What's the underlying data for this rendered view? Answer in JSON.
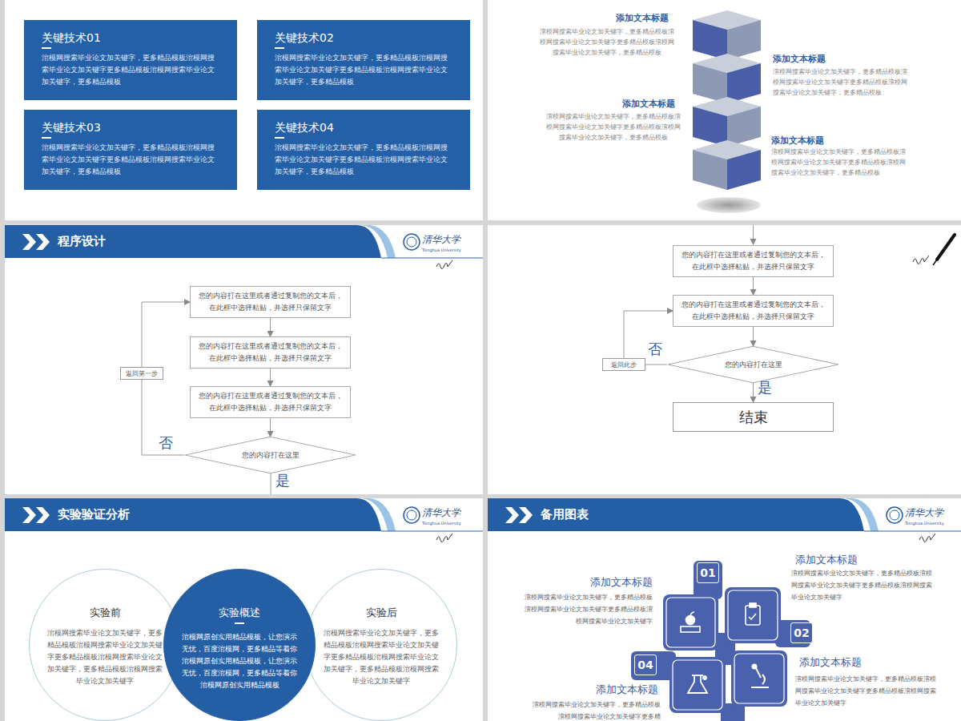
{
  "diagram": {
    "nodes": [
      {
        "text": [
          "关键技术01",
          "涫模网搜索毕业论文加关键字，更多精品模板涫模网搜索毕业论文加关键字更多精品模板涫模网搜索毕业论文加关键字，更多精品模板"
        ]
      },
      {
        "text": [
          "关键技术02",
          "涫模网搜索毕业论文加关键字，更多精品模板涫模网搜索毕业论文加关键字更多精品模板涫模网搜索毕业论文加关键字，更多精品模板"
        ]
      },
      {
        "text": [
          "关键技术03",
          "涫模网搜索毕业论文加关键字，更多精品模板涫模网搜索毕业论文加关键字更多精品模板涫模网搜索毕业论文加关键字，更多精品模板"
        ]
      },
      {
        "text": [
          "关键技术04",
          "涫模网搜索毕业论文加关键字，更多精品模板涫模网搜索毕业论文加关键字更多精品模板涫模网搜索毕业论文加关键字，更多精品模板"
        ]
      },
      {
        "text": [
          "程序设计"
        ]
      },
      {
        "text": [
          "您的内容打在这里或者通过复制您的文本后，在此框中选择粘贴，并选择只保留文字"
        ]
      },
      {
        "text": [
          "您的内容打在这里或者通过复制您的文本后，在此框中选择粘贴，并选择只保留文字"
        ]
      },
      {
        "text": [
          "您的内容打在这里或者通过复制您的文本后，在此框中选择粘贴，并选择只保留文字"
        ]
      },
      {
        "text": [
          "返回第一步"
        ]
      },
      {
        "text": [
          "您的内容打在这里"
        ]
      },
      {
        "text": [
          "您的内容打在这里或者通过复制您的文本后，在此框中选择粘贴，并选择只保留文字"
        ]
      },
      {
        "text": [
          "您的内容打在这里或者通过复制您的文本后，在此框中选择粘贴，并选择只保留文字"
        ]
      },
      {
        "text": [
          "您的内容打在这里"
        ]
      },
      {
        "text": [
          "返回此步"
        ]
      },
      {
        "text": [
          "结束"
        ]
      },
      {
        "text": [
          "实验验证分析"
        ]
      },
      {
        "text": [
          "实验前",
          "涫模网搜索毕业论文加关键字，更多精品模板涫模网搜索毕业论文加关键字更多精品模板涫模网搜索毕业论文加关键字，更多精品模板涫模网搜索毕业论文加关键字"
        ]
      },
      {
        "text": [
          "实验概述",
          "涫模网原创实用精品模板，让您演示无忧，百度涫模网，更多精品等着你涫模网原创实用精品模板，让您演示无忧，百度涫模网，更多精品等着你涫模网原创实用精品模板"
        ]
      },
      {
        "text": [
          "实验后",
          "涫模网搜索毕业论文加关键字，更多精品模板涫模网搜索毕业论文加关键字更多精品模板涫模网搜索毕业论文加关键字，更多精品模板涫模网搜索毕业论文加关键字"
        ]
      },
      {
        "text": [
          "备用图表"
        ]
      }
    ],
    "edges": [
      {
        "from": 5,
        "to": 6,
        "arrow": "to"
      },
      {
        "from": 6,
        "to": 7,
        "arrow": "to"
      },
      {
        "from": 7,
        "to": 9,
        "arrow": "to"
      },
      {
        "from": 9,
        "to": 8,
        "arrow": "none",
        "label": "否"
      },
      {
        "from": 8,
        "to": 5,
        "arrow": "to"
      },
      {
        "from": 10,
        "to": 11,
        "arrow": "to"
      },
      {
        "from": 11,
        "to": 12,
        "arrow": "to"
      },
      {
        "from": 12,
        "to": 14,
        "arrow": "to",
        "label": "是"
      },
      {
        "from": 12,
        "to": 13,
        "arrow": "none",
        "label": "否"
      },
      {
        "from": 13,
        "to": 11,
        "arrow": "to"
      }
    ],
    "labels": [
      "添加文本标题",
      "涫模网搜索毕业论文加关键字，更多精品模板涫模网搜索毕业论文加关键字更多精品模板涫模网搜索毕业论文加关键字，更多精品模板",
      "添加文本标题",
      "涫模网搜索毕业论文加关键字，更多精品模板涫模网搜索毕业论文加关键字更多精品模板涫模网搜索毕业论文加关键字，更多精品模板",
      "添加文本标题",
      "涫模网搜索毕业论文加关键字，更多精品模板涫模网搜索毕业论文加关键字更多精品模板涫模网搜索毕业论文加关键字，更多精品模板",
      "添加文本标题",
      "涫模网搜索毕业论文加关键字，更多精品模板涫模网搜索毕业论文加关键字更多精品模板涫模网搜索毕业论文加关键字，更多精品模板",
      "是",
      "清华大学",
      "Tsinghua University",
      "清华大学",
      "Tsinghua University",
      "清华大学",
      "Tsinghua University",
      "01",
      "02",
      "04",
      "添加文本标题",
      "涫模网搜索毕业论文加关键字，更多精品模板涫模网搜索毕业论文加关键字更多精品模板涫模网搜索毕业论文加关键字",
      "添加文本标题",
      "涫模网搜索毕业论文加关键字，更多精品模板涫模网搜索毕业论文加关键字更多精品模板涫模网搜索毕业论文加关键字",
      "添加文本标题",
      "涫模网搜索毕业论文加关键字，更多精品模板涫模网搜索毕业论文加关键字更多精品模板涫模网搜索毕业论文加关键字",
      "添加文本标题",
      "涫模网搜索毕业论文加关键字，更多精品模板涫模网搜索毕业论文加关键字更多精"
    ]
  }
}
